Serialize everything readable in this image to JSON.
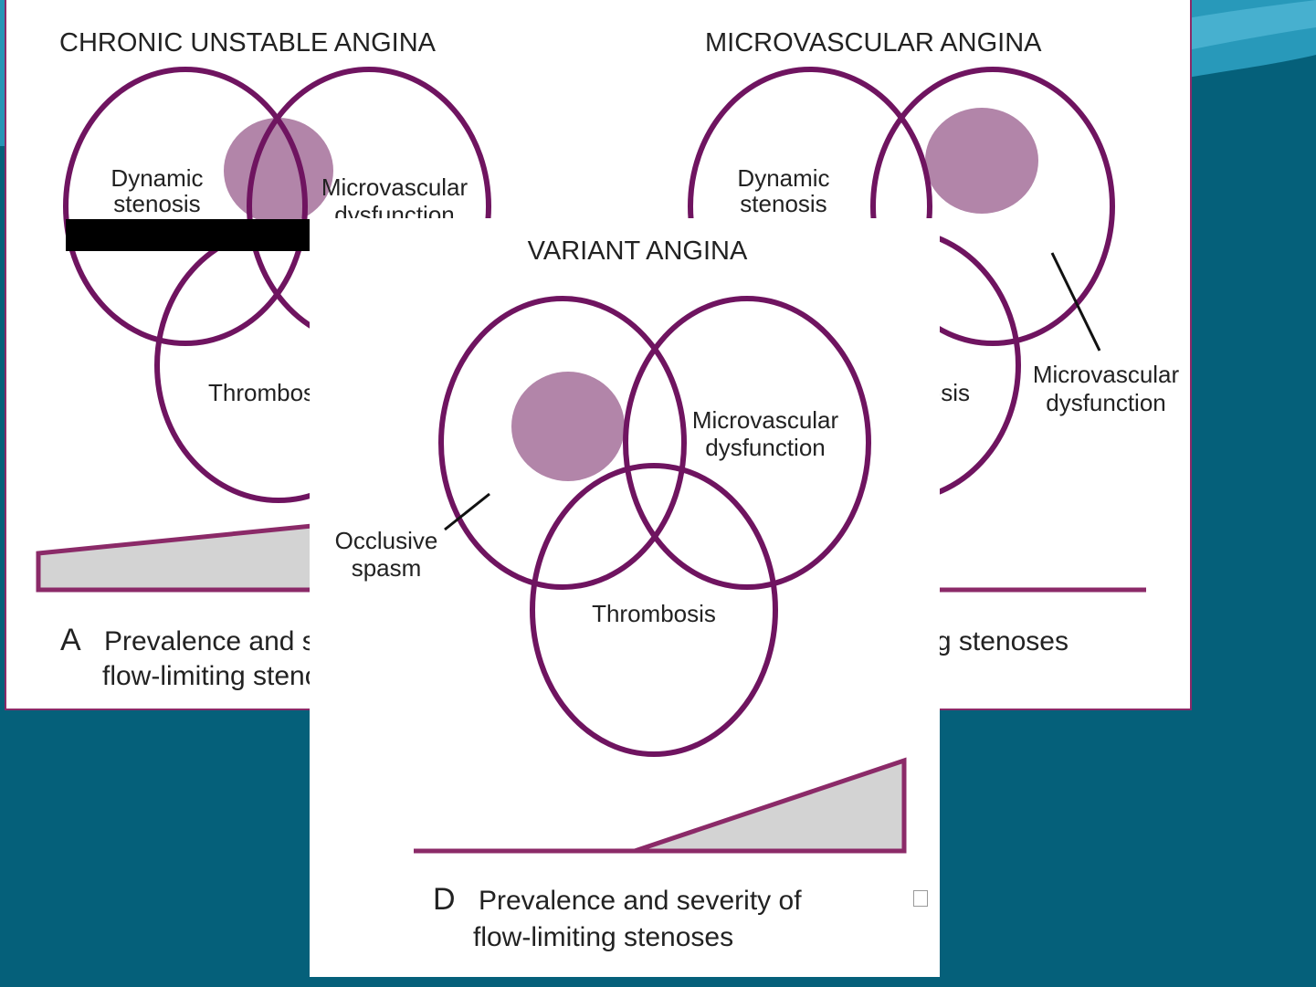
{
  "background": {
    "color": "#05607a",
    "swoosh_color": "#2fa3c6"
  },
  "colors": {
    "circle": "#6f1460",
    "blob": "#b285a9",
    "wedge_fill": "#d3d3d3",
    "baseline": "#8b2a68"
  },
  "panel_a": {
    "title": "CHRONIC UNSTABLE ANGINA",
    "label_dynamic_1": "Dynamic",
    "label_dynamic_2": "stenosis",
    "label_micro_1": "Microvascular",
    "label_micro_2": "dysfunction",
    "label_thrombosis": "Thrombosis",
    "letter": "A",
    "caption_1": "Prevalence and severity of",
    "caption_2": "flow-limiting stenoses"
  },
  "panel_b": {
    "title": "MICROVASCULAR ANGINA",
    "label_dynamic_1": "Dynamic",
    "label_dynamic_2": "stenosis",
    "label_thrombosis": "Thrombosis",
    "label_micro_1": "Microvascular",
    "label_micro_2": "dysfunction",
    "caption_2": "flow-limiting stenoses"
  },
  "panel_d": {
    "title": "VARIANT ANGINA",
    "label_micro_1": "Microvascular",
    "label_micro_2": "dysfunction",
    "label_occlusive_1": "Occlusive",
    "label_occlusive_2": "spasm",
    "label_thrombosis": "Thrombosis",
    "letter": "D",
    "caption_1": "Prevalence and severity of",
    "caption_2": "flow-limiting stenoses"
  }
}
